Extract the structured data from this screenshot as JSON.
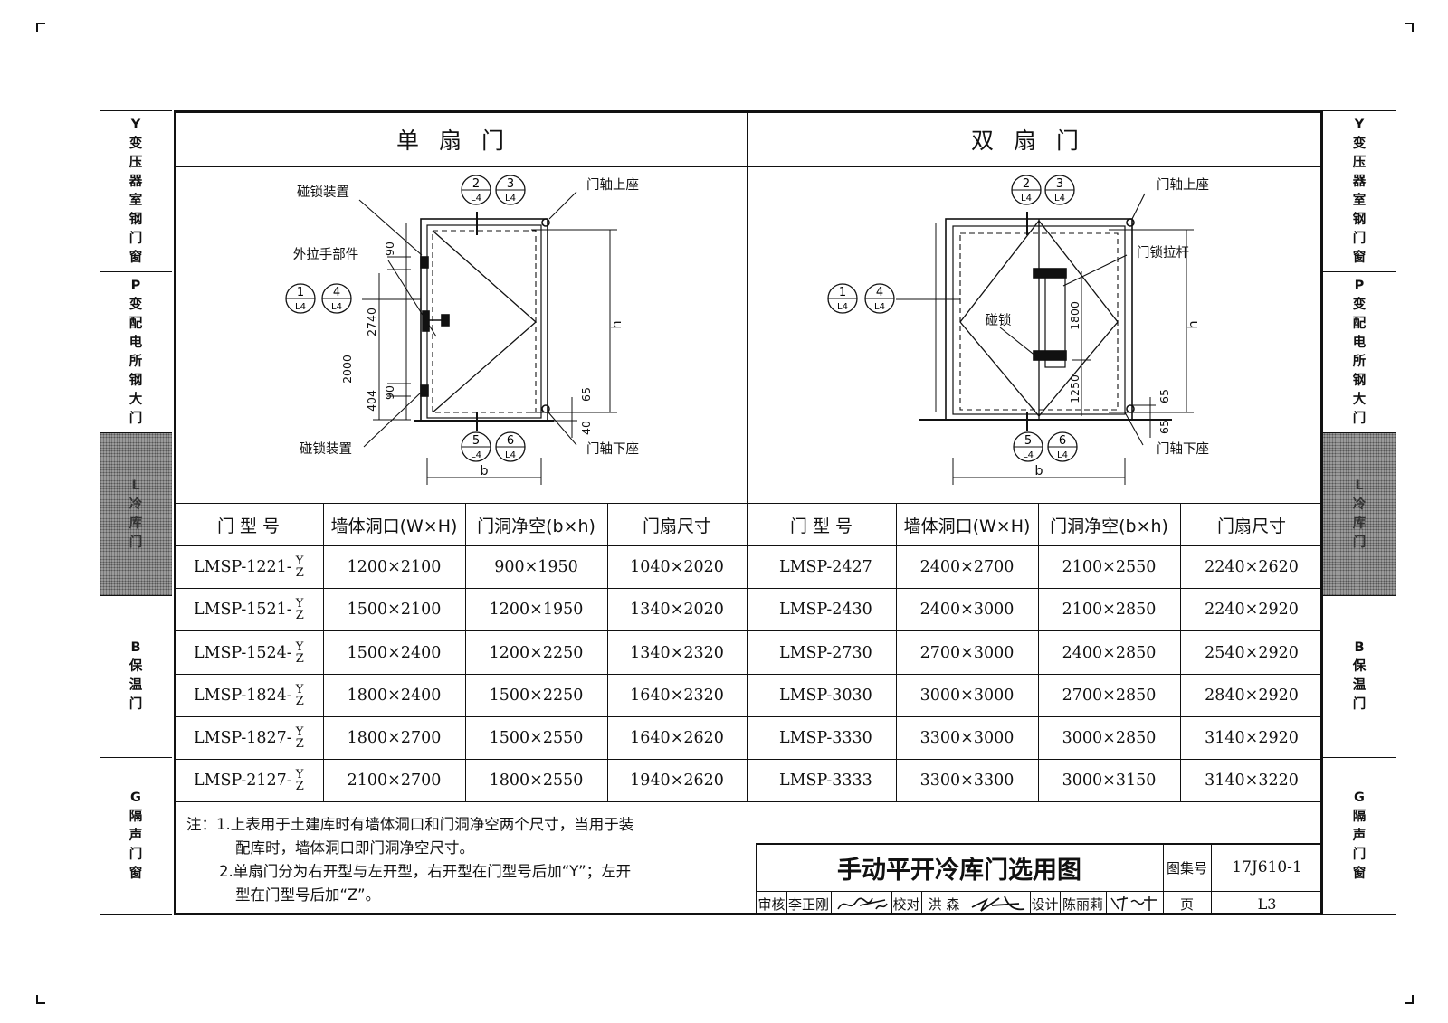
{
  "side_tabs": [
    {
      "code": "Y",
      "label": "变压器室钢门窗"
    },
    {
      "code": "P",
      "label": "变配电所钢大门"
    },
    {
      "code": "L",
      "label": "冷库门"
    },
    {
      "code": "B",
      "label": "保温门"
    },
    {
      "code": "G",
      "label": "隔声门窗"
    }
  ],
  "single": {
    "title": "单扇门",
    "labels": {
      "latch_top": "碰锁装置",
      "handle": "外拉手部件",
      "latch_bottom": "碰锁装置",
      "pivot_top": "门轴上座",
      "pivot_bottom": "门轴下座",
      "width": "b",
      "height": "h"
    },
    "dims": {
      "d90a": "90",
      "d2740": "2740",
      "d2000": "2000",
      "d404": "404",
      "d90b": "90",
      "d65": "65",
      "d40": "40"
    },
    "refs": [
      {
        "n": "2",
        "s": "L4"
      },
      {
        "n": "3",
        "s": "L4"
      },
      {
        "n": "1",
        "s": "L4"
      },
      {
        "n": "4",
        "s": "L4"
      },
      {
        "n": "5",
        "s": "L4"
      },
      {
        "n": "6",
        "s": "L4"
      }
    ]
  },
  "double": {
    "title": "双扇门",
    "labels": {
      "pivot_top": "门轴上座",
      "lock_rod": "门锁拉杆",
      "latch": "碰锁",
      "pivot_bottom": "门轴下座",
      "width": "b",
      "height": "h"
    },
    "dims": {
      "d1800": "1800",
      "d1250": "1250",
      "d65a": "65",
      "d65b": "65"
    },
    "refs": [
      {
        "n": "2",
        "s": "L4"
      },
      {
        "n": "3",
        "s": "L4"
      },
      {
        "n": "1",
        "s": "L4"
      },
      {
        "n": "4",
        "s": "L4"
      },
      {
        "n": "5",
        "s": "L4"
      },
      {
        "n": "6",
        "s": "L4"
      }
    ]
  },
  "table": {
    "headers": [
      "门 型 号",
      "墙体洞口(W×H)",
      "门洞净空(b×h)",
      "门扇尺寸"
    ],
    "yz": {
      "top": "Y",
      "bottom": "Z"
    },
    "single_rows": [
      {
        "model": "LMSP-1221-",
        "wall": "1200×2100",
        "clear": "900×1950",
        "leaf": "1040×2020"
      },
      {
        "model": "LMSP-1521-",
        "wall": "1500×2100",
        "clear": "1200×1950",
        "leaf": "1340×2020"
      },
      {
        "model": "LMSP-1524-",
        "wall": "1500×2400",
        "clear": "1200×2250",
        "leaf": "1340×2320"
      },
      {
        "model": "LMSP-1824-",
        "wall": "1800×2400",
        "clear": "1500×2250",
        "leaf": "1640×2320"
      },
      {
        "model": "LMSP-1827-",
        "wall": "1800×2700",
        "clear": "1500×2550",
        "leaf": "1640×2620"
      },
      {
        "model": "LMSP-2127-",
        "wall": "2100×2700",
        "clear": "1800×2550",
        "leaf": "1940×2620"
      }
    ],
    "double_rows": [
      {
        "model": "LMSP-2427",
        "wall": "2400×2700",
        "clear": "2100×2550",
        "leaf": "2240×2620"
      },
      {
        "model": "LMSP-2430",
        "wall": "2400×3000",
        "clear": "2100×2850",
        "leaf": "2240×2920"
      },
      {
        "model": "LMSP-2730",
        "wall": "2700×3000",
        "clear": "2400×2850",
        "leaf": "2540×2920"
      },
      {
        "model": "LMSP-3030",
        "wall": "3000×3000",
        "clear": "2700×2850",
        "leaf": "2840×2920"
      },
      {
        "model": "LMSP-3330",
        "wall": "3300×3000",
        "clear": "3000×2850",
        "leaf": "3140×2920"
      },
      {
        "model": "LMSP-3333",
        "wall": "3300×3300",
        "clear": "3000×3150",
        "leaf": "3140×3220"
      }
    ]
  },
  "notes": {
    "line1": "注：1.上表用于土建库时有墙体洞口和门洞净空两个尺寸，当用于装",
    "line2": "配库时，墙体洞口即门洞净空尺寸。",
    "line3": "2.单扇门分为右开型与左开型，右开型在门型号后加“Y”；左开",
    "line4": "型在门型号后加“Z”。"
  },
  "title_block": {
    "title": "手动平开冷库门选用图",
    "atlas_label": "图集号",
    "atlas_no": "17J610-1",
    "review_label": "审核",
    "reviewer": "李正刚",
    "check_label": "校对",
    "checker": "洪 森",
    "design_label": "设计",
    "designer": "陈丽莉",
    "page_label": "页",
    "page_no": "L3"
  }
}
